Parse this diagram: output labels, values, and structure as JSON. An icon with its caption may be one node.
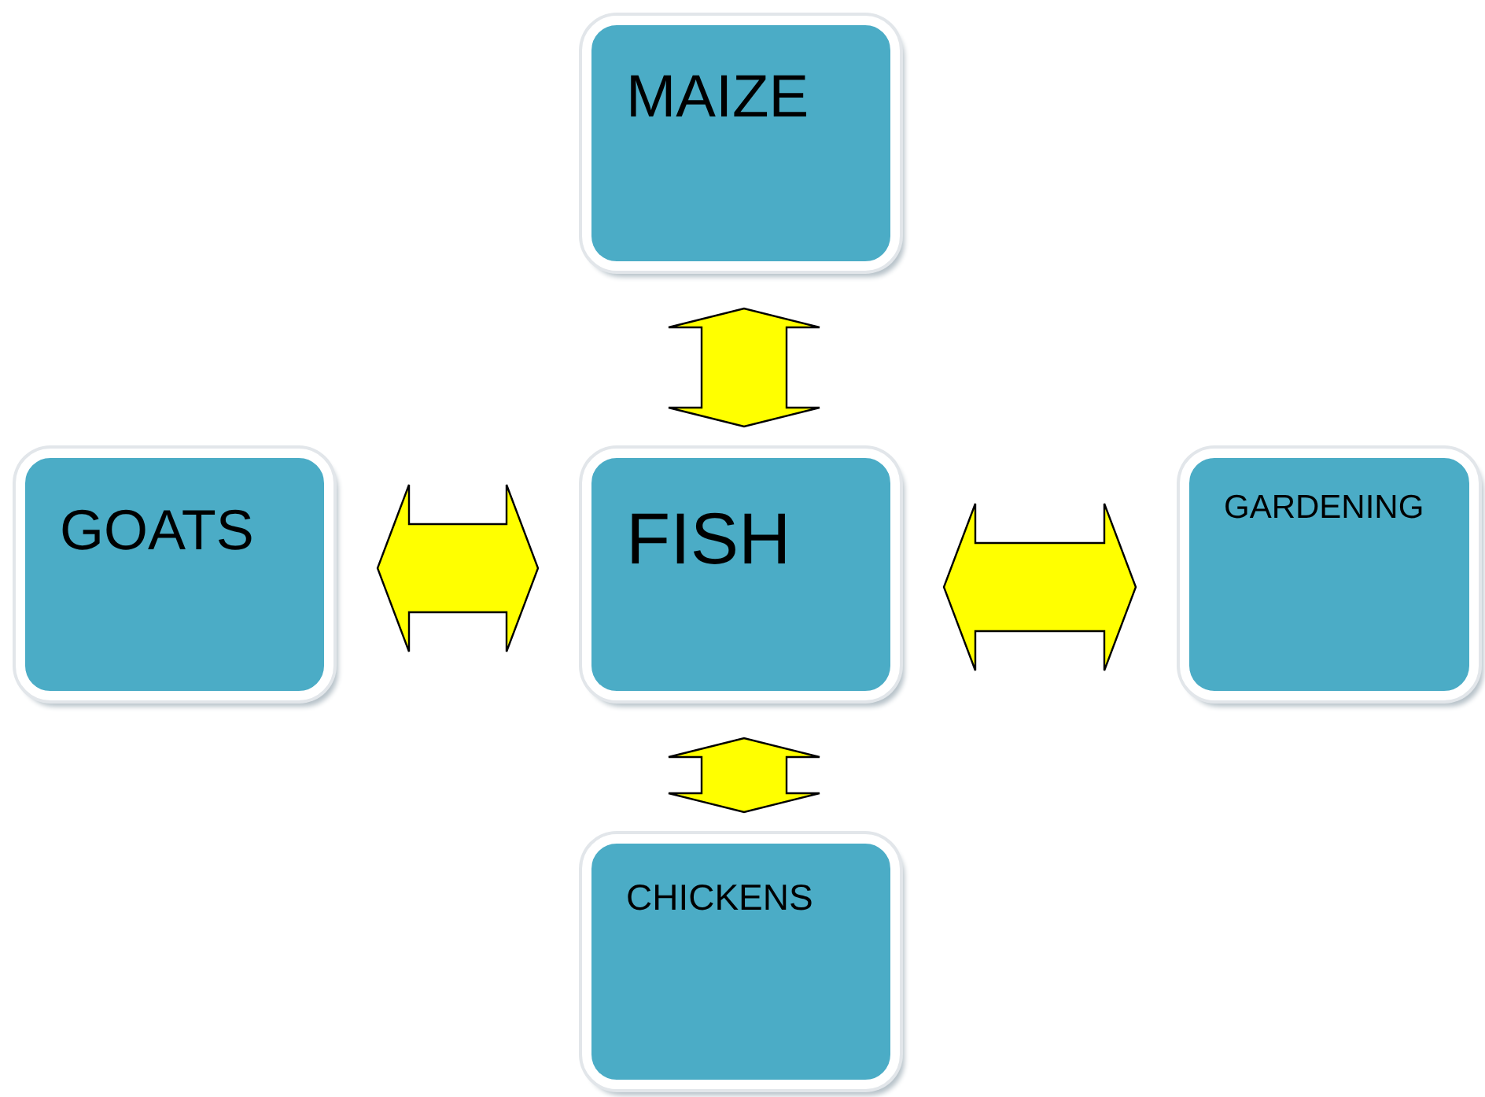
{
  "diagram": {
    "nodes": [
      {
        "text": [
          "MAIZE"
        ]
      },
      {
        "text": [
          "GOATS"
        ]
      },
      {
        "text": [
          "FISH"
        ]
      },
      {
        "text": [
          "GARDENING"
        ]
      },
      {
        "text": [
          "CHICKENS"
        ]
      }
    ],
    "edges": [
      {
        "from": 0,
        "to": 2,
        "arrow": "both"
      },
      {
        "from": 1,
        "to": 2,
        "arrow": "both"
      },
      {
        "from": 2,
        "to": 3,
        "arrow": "both"
      },
      {
        "from": 2,
        "to": 4,
        "arrow": "both"
      }
    ]
  }
}
